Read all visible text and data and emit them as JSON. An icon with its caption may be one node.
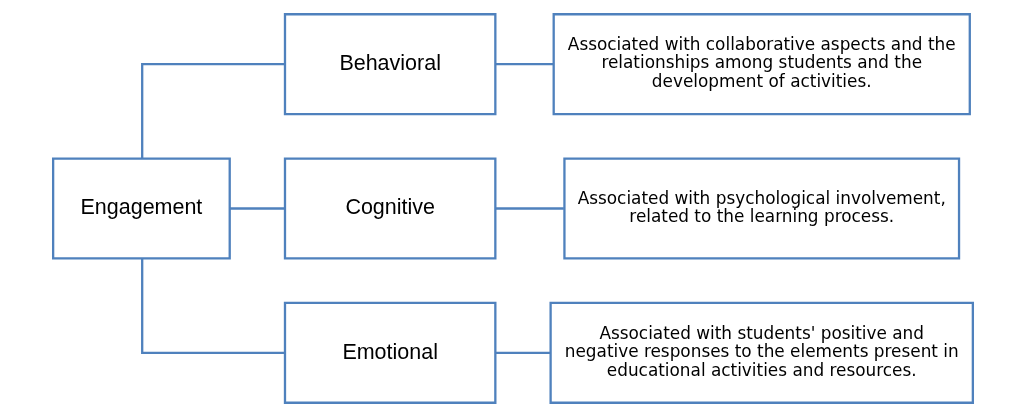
{
  "diagram": {
    "nodes": [
      {
        "text": [
          "Engagement"
        ]
      },
      {
        "text": [
          "Behavioral"
        ]
      },
      {
        "text": [
          "Cognitive"
        ]
      },
      {
        "text": [
          "Emotional"
        ]
      },
      {
        "text": [
          "Associated with collaborative aspects and the relationships among students and the development of activities."
        ]
      },
      {
        "text": [
          "Associated with psychological involvement, related to the learning process."
        ]
      },
      {
        "text": [
          "Associated with students' positive and negative responses to the elements present in educational activities and resources."
        ]
      }
    ],
    "edges": [
      {
        "from": 0,
        "to": 1,
        "arrow": "none"
      },
      {
        "from": 0,
        "to": 2,
        "arrow": "none"
      },
      {
        "from": 0,
        "to": 3,
        "arrow": "none"
      },
      {
        "from": 1,
        "to": 4,
        "arrow": "none"
      },
      {
        "from": 2,
        "to": 5,
        "arrow": "none"
      },
      {
        "from": 3,
        "to": 6,
        "arrow": "none"
      }
    ]
  }
}
